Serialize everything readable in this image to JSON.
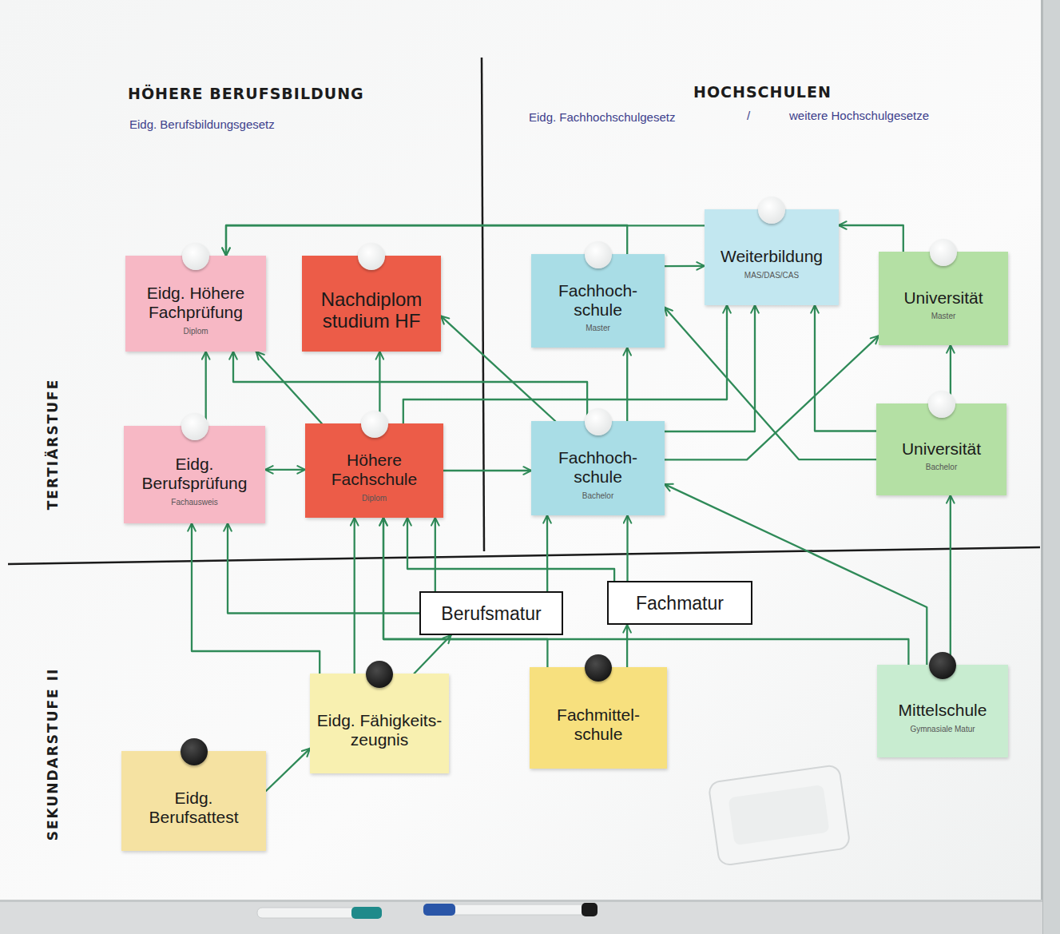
{
  "diagram": {
    "nodes": [
      {
        "text": [
          "Eidg. Höhere Fachprüfung",
          "Diplom"
        ]
      },
      {
        "text": [
          "Nachdiplom studium HF"
        ]
      },
      {
        "text": [
          "Fachhoch- schule",
          "Master"
        ]
      },
      {
        "text": [
          "Weiterbildung",
          "MAS/DAS/CAS"
        ]
      },
      {
        "text": [
          "Universität",
          "Master"
        ]
      },
      {
        "text": [
          "Eidg. Berufsprüfung",
          "Fachausweis"
        ]
      },
      {
        "text": [
          "Höhere Fachschule",
          "Diplom"
        ]
      },
      {
        "text": [
          "Fachhoch- schule",
          "Bachelor"
        ]
      },
      {
        "text": [
          "Universität",
          "Bachelor"
        ]
      },
      {
        "text": [
          "Berufsmatur"
        ]
      },
      {
        "text": [
          "Fachmatur"
        ]
      },
      {
        "text": [
          "Eidg. Fähigkeits- zeugnis"
        ]
      },
      {
        "text": [
          "Fachmittel- schule"
        ]
      },
      {
        "text": [
          "Mittelschule",
          "Gymnasiale Matur"
        ]
      },
      {
        "text": [
          "Eidg. Berufsattest"
        ]
      }
    ],
    "edges": [
      {
        "from": 3,
        "to": 0,
        "arrow": "to"
      },
      {
        "from": 2,
        "to": 0,
        "arrow": "to"
      },
      {
        "from": 4,
        "to": 3,
        "arrow": "to"
      },
      {
        "from": 2,
        "to": 3,
        "arrow": "to"
      },
      {
        "from": 5,
        "to": 0,
        "arrow": "to"
      },
      {
        "from": 5,
        "to": 6,
        "arrow": "both"
      },
      {
        "from": 6,
        "to": 0,
        "arrow": "to"
      },
      {
        "from": 6,
        "to": 1,
        "arrow": "to"
      },
      {
        "from": 6,
        "to": 7,
        "arrow": "to"
      },
      {
        "from": 7,
        "to": 0,
        "arrow": "to"
      },
      {
        "from": 7,
        "to": 1,
        "arrow": "to"
      },
      {
        "from": 7,
        "to": 2,
        "arrow": "to"
      },
      {
        "from": 7,
        "to": 3,
        "arrow": "to"
      },
      {
        "from": 6,
        "to": 3,
        "arrow": "to"
      },
      {
        "from": 7,
        "to": 4,
        "arrow": "to"
      },
      {
        "from": 8,
        "to": 3,
        "arrow": "to"
      },
      {
        "from": 8,
        "to": 4,
        "arrow": "to"
      },
      {
        "from": 8,
        "to": 2,
        "arrow": "to"
      },
      {
        "from": 13,
        "to": 7,
        "arrow": "to"
      },
      {
        "from": 13,
        "to": 8,
        "arrow": "to"
      },
      {
        "from": 13,
        "to": 6,
        "arrow": "to"
      },
      {
        "from": 11,
        "to": 5,
        "arrow": "to"
      },
      {
        "from": 11,
        "to": 6,
        "arrow": "to"
      },
      {
        "from": 11,
        "to": 9,
        "arrow": "to"
      },
      {
        "from": 14,
        "to": 11,
        "arrow": "to"
      },
      {
        "from": 9,
        "to": 5,
        "arrow": "to"
      },
      {
        "from": 9,
        "to": 6,
        "arrow": "to"
      },
      {
        "from": 9,
        "to": 7,
        "arrow": "to"
      },
      {
        "from": 10,
        "to": 7,
        "arrow": "to"
      },
      {
        "from": 10,
        "to": 6,
        "arrow": "to"
      },
      {
        "from": 12,
        "to": 10,
        "arrow": "to"
      },
      {
        "from": 12,
        "to": 6,
        "arrow": "to"
      }
    ],
    "labels": [
      "HÖHERE BERUFSBILDUNG",
      "Eidg. Berufsbildungsgesetz",
      "HOCHSCHULEN",
      "Eidg. Fachhochschulgesetz",
      "/",
      "weitere Hochschulgesetze",
      "TERTIÄRSTUFE",
      "SEKUNDARSTUFE II"
    ]
  }
}
